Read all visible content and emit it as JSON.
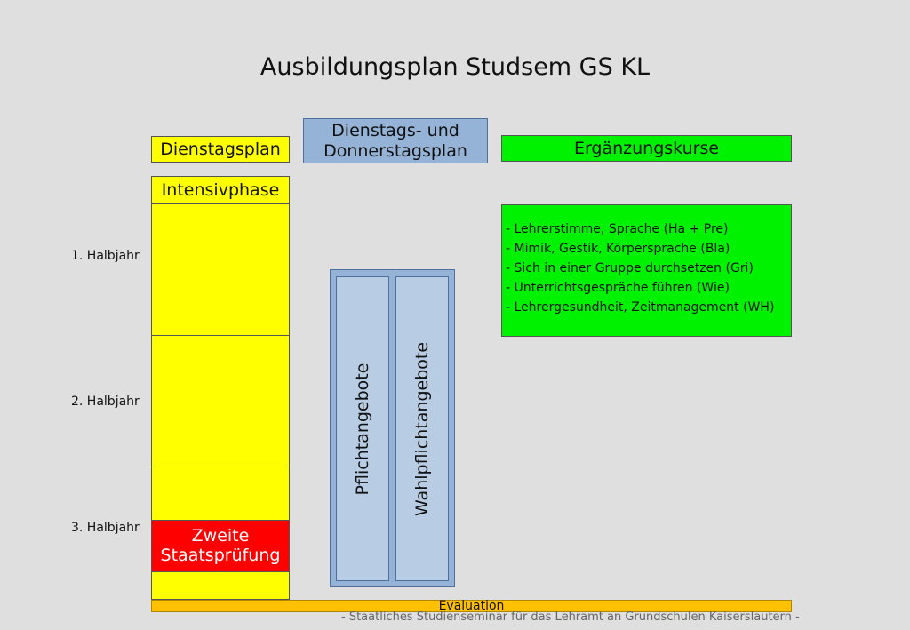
{
  "title": "Ausbildungsplan Studsem GS KL",
  "columns": {
    "dienstagsplan": "Dienstagsplan",
    "dienstags_donnerstags_line1": "Dienstags- und",
    "dienstags_donnerstags_line2": "Donnerstagsplan",
    "ergaenzungskurse": "Ergänzungskurse"
  },
  "intensivphase": "Intensivphase",
  "rows": {
    "h1": "1. Halbjahr",
    "h2": "2. Halbjahr",
    "h3": "3. Halbjahr"
  },
  "zweite_line1": "Zweite",
  "zweite_line2": "Staatsprüfung",
  "courses": [
    "- Lehrerstimme, Sprache (Ha + Pre)",
    "- Mimik, Gestik, Körpersprache (Bla)",
    "- Sich in einer Gruppe durchsetzen (Gri)",
    "- Unterrichtsgespräche führen (Wie)",
    "- Lehrergesundheit, Zeitmanagement (WH)"
  ],
  "pflicht": "Pflichtangebote",
  "wahlpflicht": "Wahlpflichtangebote",
  "evaluation": "Evaluation",
  "footer": "- Staatliches Studienseminar für das Lehramt an Grundschulen Kaiserslautern -",
  "colors": {
    "background": "#e0dfdf",
    "yellow": "#ffff00",
    "green": "#00f200",
    "red": "#ff0000",
    "blue_header": "#95b3d7",
    "blue_column": "#b8cce4",
    "evaluation": "#ffc000"
  }
}
